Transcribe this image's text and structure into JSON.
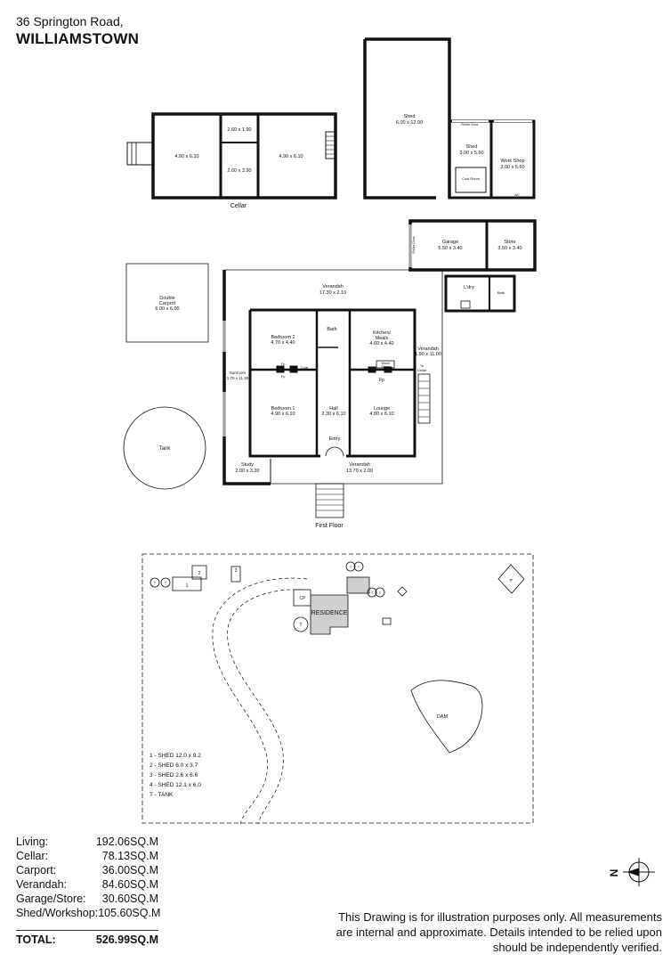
{
  "header": {
    "address": "36 Springton Road,",
    "suburb": "WILLIAMSTOWN"
  },
  "cellar": {
    "title": "Cellar",
    "rooms": [
      "4.90 x 6.10",
      "2.60 x 1.90",
      "2.60 x 3.90",
      "4.90 x 6.10"
    ]
  },
  "sheds": {
    "big_label": "Shed",
    "big_dims": "6.00 x 12.00",
    "roller_door": "Roller Door",
    "shed2_label": "Shed",
    "shed2_dims": "3.00 x 5.60",
    "cool_room": "Cool Room",
    "workshop_label": "Work Shop",
    "workshop_dims": "3.00 x 5.60",
    "ac": "AC"
  },
  "garage": {
    "garage_label": "Garage",
    "garage_dims": "5.50 x 3.40",
    "store_label": "Store",
    "store_dims": "3.50 x 3.40",
    "roller_door": "Roller Door"
  },
  "first_floor": {
    "title": "First Floor",
    "carport_label": "Double",
    "carport_label2": "Carport",
    "carport_dims": "6.00 x 6.00",
    "tank": "Tank",
    "verandah_top_label": "Verandah",
    "verandah_top_dims": "17.30 x 2.10",
    "bedroom2_label": "Bedroom 2",
    "bedroom2_dims": "4.70 x 4.40",
    "bath": "Bath",
    "kitchen_label": "Kitchen/",
    "kitchen_label2": "Meals",
    "kitchen_dims": "4.60 x 4.40",
    "ldry": "L'dry",
    "bath2": "Bath",
    "verandah_side_label": "Verandah",
    "verandah_side_dims": "1.90 x 11.00",
    "sunroom_label": "Sunroom",
    "sunroom_dims": "1.70 x 11.30",
    "fp": "Fp",
    "fp2": "Fp",
    "fp3": "Fp",
    "coat": "Coat",
    "wood_stove": "Wood",
    "wood_stove2": "Stove",
    "to_cellar": "To",
    "to_cellar2": "Cellar",
    "bedroom1_label": "Bedroom 1",
    "bedroom1_dims": "4.90 x 6.10",
    "hall_label": "Hall",
    "hall_dims": "2.30 x 6.10",
    "lounge_label": "Lounge",
    "lounge_dims": "4.80 x 6.10",
    "entry": "Entry",
    "study_label": "Study",
    "study_dims": "2.00 x 3.30",
    "verandah_bottom_label": "Verandah",
    "verandah_bottom_dims": "13.70 x 2.00"
  },
  "site": {
    "residence": "RESIDENCE",
    "cp": "CP",
    "dam": "DAM",
    "tank": "T",
    "shed_nums": [
      "1",
      "2",
      "3",
      "4"
    ],
    "legend": [
      "1 - SHED  12.0 x 9.2",
      "2 - SHED  6.0 x 3.7",
      "3 - SHED  2.6 x 6.6",
      "4 - SHED  12.1 x 6.0",
      "T - TANK"
    ]
  },
  "areas": [
    {
      "label": "Living:",
      "value": "192.06SQ.M"
    },
    {
      "label": "Cellar:",
      "value": "78.13SQ.M"
    },
    {
      "label": "Carport:",
      "value": "36.00SQ.M"
    },
    {
      "label": "Verandah:",
      "value": "84.60SQ.M"
    },
    {
      "label": "Garage/Store:",
      "value": "30.60SQ.M"
    },
    {
      "label": "Shed/Workshop:",
      "value": "105.60SQ.M"
    }
  ],
  "total": {
    "label": "TOTAL:",
    "value": "526.99SQ.M"
  },
  "compass": "N",
  "disclaimer": "This Drawing is for illustration purposes only. All measurements are internal and approximate. Details intended to be relied upon should be independently verified."
}
